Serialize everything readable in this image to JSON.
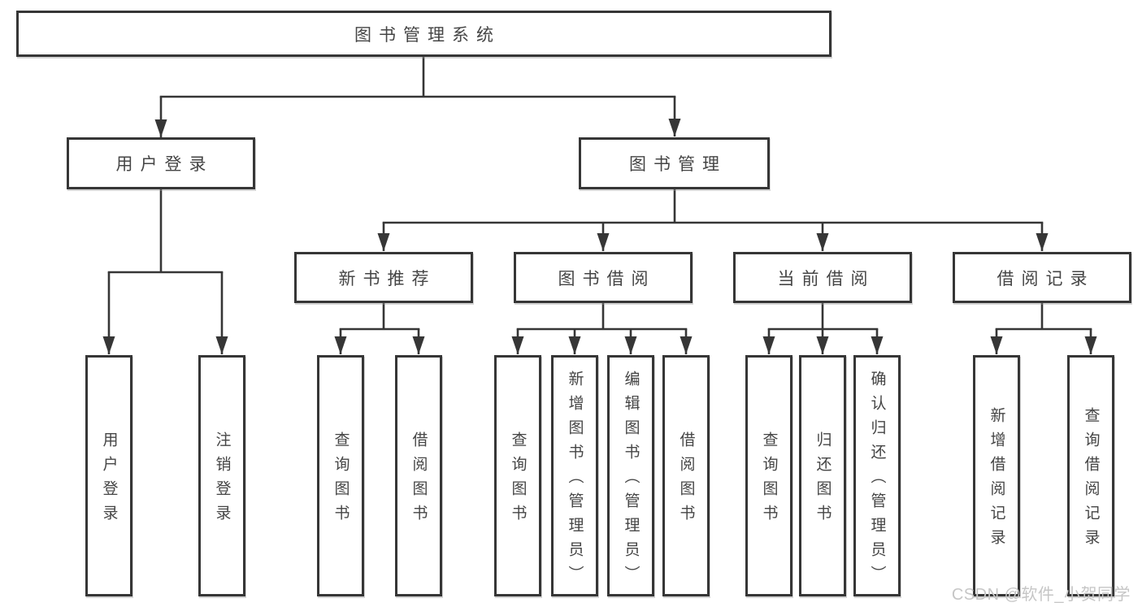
{
  "colors": {
    "line": "#363636",
    "text": "#454545",
    "box_bg": "#ffffff",
    "page_bg": "#ffffff",
    "watermark": "#c6c6c6"
  },
  "watermark": {
    "text": "CSDN @软件_小贺同学"
  },
  "tree": {
    "root": {
      "label": "图书管理系统"
    },
    "children": [
      {
        "label": "用户登录",
        "children": [
          {
            "label": "用户登录"
          },
          {
            "label": "注销登录"
          }
        ]
      },
      {
        "label": "图书管理",
        "children": [
          {
            "label": "新书推荐",
            "children": [
              {
                "label": "查询图书"
              },
              {
                "label": "借阅图书"
              }
            ]
          },
          {
            "label": "图书借阅",
            "children": [
              {
                "label": "查询图书"
              },
              {
                "label": "新增图书（管理员）"
              },
              {
                "label": "编辑图书（管理员）"
              },
              {
                "label": "借阅图书"
              }
            ]
          },
          {
            "label": "当前借阅",
            "children": [
              {
                "label": "查询图书"
              },
              {
                "label": "归还图书"
              },
              {
                "label": "确认归还（管理员）"
              }
            ]
          },
          {
            "label": "借阅记录",
            "children": [
              {
                "label": "新增借阅记录"
              },
              {
                "label": "查询借阅记录"
              }
            ]
          }
        ]
      }
    ]
  }
}
